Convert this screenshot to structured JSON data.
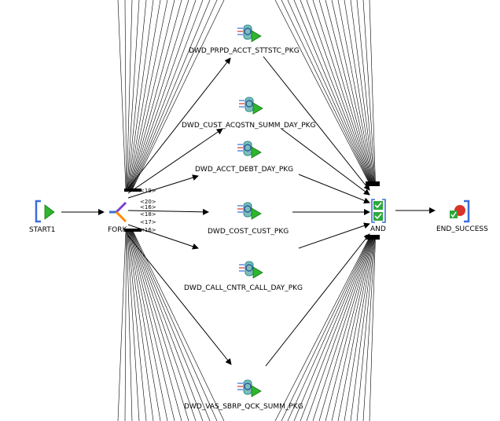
{
  "diagram": {
    "nodes": [
      {
        "id": "start",
        "label": "START1",
        "kind": "start"
      },
      {
        "id": "fork",
        "label": "FORK",
        "kind": "fork"
      },
      {
        "id": "p1",
        "label": "DWD_PRPD_ACCT_STTSTC_PKG",
        "kind": "package"
      },
      {
        "id": "p2",
        "label": "DWD_CUST_ACQSTN_SUMM_DAY_PKG",
        "kind": "package"
      },
      {
        "id": "p3",
        "label": "DWD_ACCT_DEBT_DAY_PKG",
        "kind": "package"
      },
      {
        "id": "p4",
        "label": "DWD_COST_CUST_PKG",
        "kind": "package"
      },
      {
        "id": "p5",
        "label": "DWD_CALL_CNTR_CALL_DAY_PKG",
        "kind": "package"
      },
      {
        "id": "p6",
        "label": "DWD_VAS_SBRP_QCK_SUMM_PKG",
        "kind": "package"
      },
      {
        "id": "and",
        "label": "AND",
        "kind": "and"
      },
      {
        "id": "end",
        "label": "END_SUCCESS",
        "kind": "end"
      }
    ],
    "fork_tags": [
      "<19>",
      "<20>",
      "<16>",
      "<18>",
      "<17>",
      "<16>"
    ],
    "colors": {
      "line": "#000000",
      "bracket_blue": "#3a6fd8",
      "play_green": "#2fb52f",
      "check_green": "#2ea83a",
      "fork_orange": "#ff8a00",
      "fork_purple": "#7a3fd0",
      "fork_blue": "#3a6fd8",
      "end_red": "#d8332a",
      "pkg_teal": "#1f8a8a"
    }
  }
}
